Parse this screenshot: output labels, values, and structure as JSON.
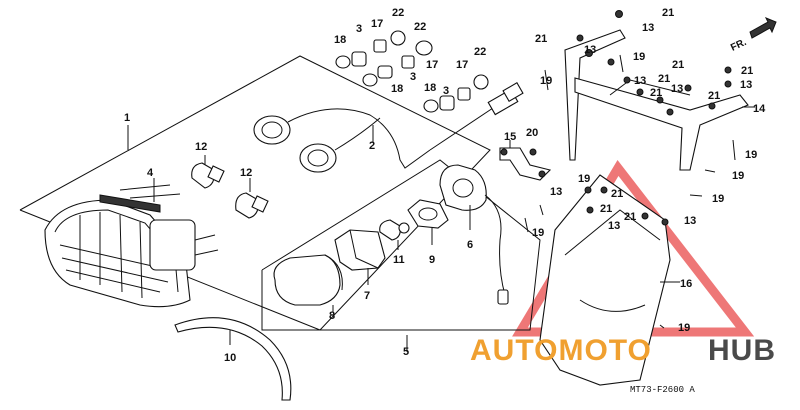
{
  "diagram": {
    "code": "MT73-F2600 A",
    "direction_label": "FR.",
    "watermark": {
      "part1": "AUTOMOTO",
      "part2": "HUB",
      "color1": "#f0a030",
      "color2": "#4a4a4a",
      "triangle_color": "#e84a4a"
    }
  },
  "callouts": {
    "c1": "1",
    "c2": "2",
    "c3a": "3",
    "c3b": "3",
    "c3c": "3",
    "c4": "4",
    "c5": "5",
    "c6": "6",
    "c7": "7",
    "c8": "8",
    "c9": "9",
    "c10": "10",
    "c11": "11",
    "c12a": "12",
    "c12b": "12",
    "c13a": "13",
    "c13b": "13",
    "c13c": "13",
    "c13d": "13",
    "c13e": "13",
    "c13f": "13",
    "c13g": "13",
    "c13h": "13",
    "c14": "14",
    "c15": "15",
    "c16": "16",
    "c17a": "17",
    "c17b": "17",
    "c17c": "17",
    "c18a": "18",
    "c18b": "18",
    "c18c": "18",
    "c19a": "19",
    "c19b": "19",
    "c19c": "19",
    "c19d": "19",
    "c19e": "19",
    "c19f": "19",
    "c19g": "19",
    "c19h": "19",
    "c20": "20",
    "c21a": "21",
    "c21b": "21",
    "c21c": "21",
    "c21d": "21",
    "c21e": "21",
    "c21f": "21",
    "c21g": "21",
    "c21h": "21",
    "c21i": "21",
    "c21j": "21",
    "c22a": "22",
    "c22b": "22",
    "c22c": "22"
  }
}
